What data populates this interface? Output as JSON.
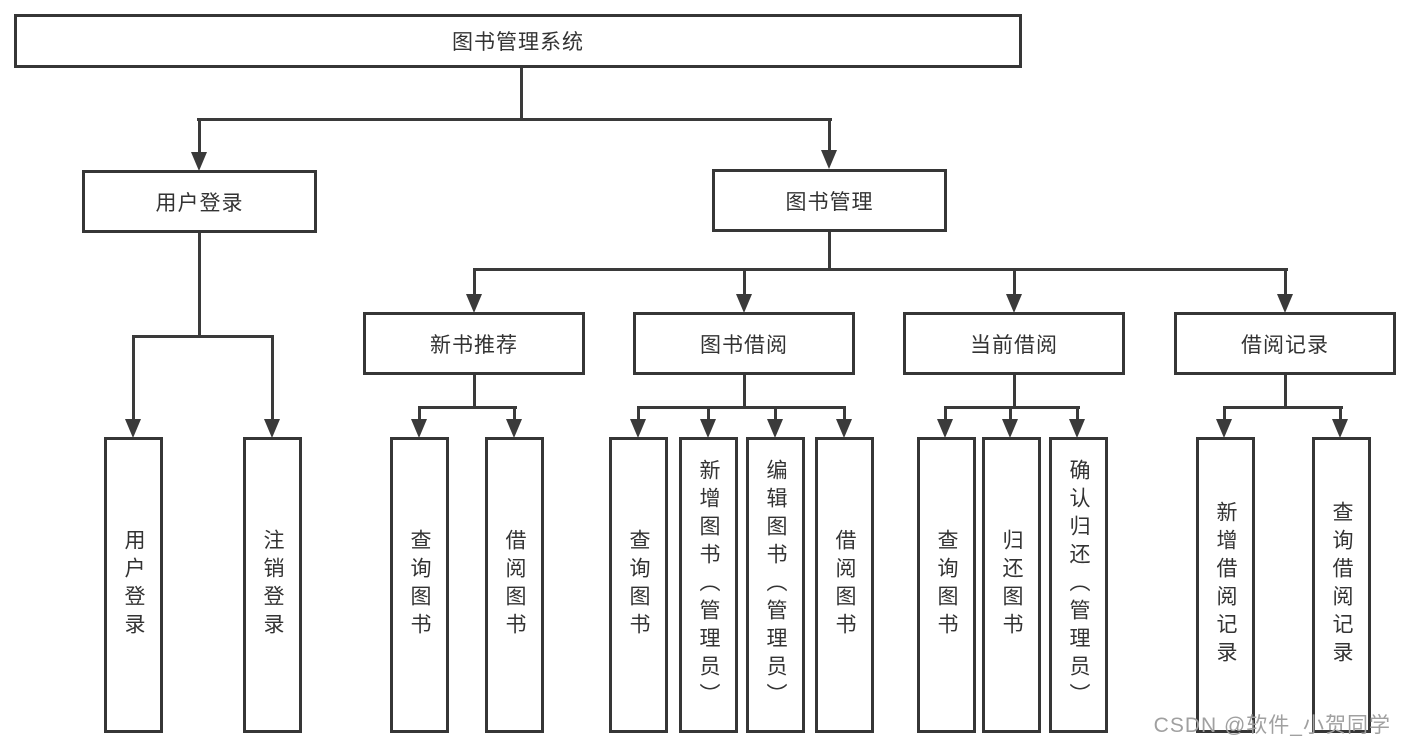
{
  "tree": {
    "root": {
      "label": "图书管理系统",
      "children": [
        {
          "label": "用户登录",
          "children": [
            {
              "label": "用户登录"
            },
            {
              "label": "注销登录"
            }
          ]
        },
        {
          "label": "图书管理",
          "children": [
            {
              "label": "新书推荐",
              "children": [
                {
                  "label": "查询图书"
                },
                {
                  "label": "借阅图书"
                }
              ]
            },
            {
              "label": "图书借阅",
              "children": [
                {
                  "label": "查询图书"
                },
                {
                  "label": "新增图书（管理员）"
                },
                {
                  "label": "编辑图书（管理员）"
                },
                {
                  "label": "借阅图书"
                }
              ]
            },
            {
              "label": "当前借阅",
              "children": [
                {
                  "label": "查询图书"
                },
                {
                  "label": "归还图书"
                },
                {
                  "label": "确认归还（管理员）"
                }
              ]
            },
            {
              "label": "借阅记录",
              "children": [
                {
                  "label": "新增借阅记录"
                },
                {
                  "label": "查询借阅记录"
                }
              ]
            }
          ]
        }
      ]
    }
  },
  "watermark": {
    "text": "CSDN @软件_小贺同学"
  },
  "colors": {
    "line": "#3a3a3a",
    "box_border": "#363636",
    "text": "#333333",
    "watermark": "#a0a0a0",
    "background": "#ffffff"
  }
}
